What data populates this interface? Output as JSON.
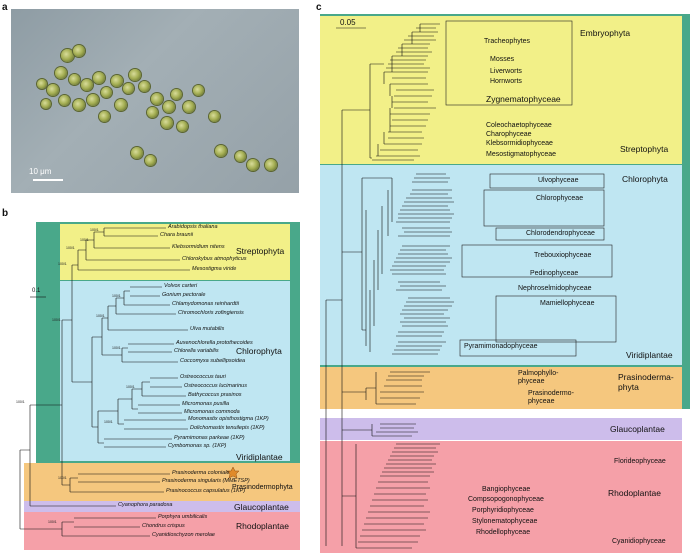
{
  "panels": {
    "a": "a",
    "b": "b",
    "c": "c"
  },
  "panel_a": {
    "scale_label": "10 μm"
  },
  "panel_b": {
    "scale_label": "0.1",
    "taxa": [
      "Arabidopsis thaliana",
      "Chara braunii",
      "Klebsormidium nitens",
      "Chlorokybus atmophyticus",
      "Mesostigma viride",
      "Volvox carteri",
      "Gonium pectorale",
      "Chlamydomonas reinhardtii",
      "Chromochloris zofingiensis",
      "Ulva mutabilis",
      "Auxenochlorella protothecoides",
      "Chlorella variabilis",
      "Coccomyxa subellipsoidea",
      "Ostreococcus tauri",
      "Ostreococcus lucimarinus",
      "Bathycoccus prasinos",
      "Micromonas pusilla",
      "Micromonas commoda",
      "Monomastix opisthostigma (1KP)",
      "Dolichomastix tenuilepis (1KP)",
      "Pyramimonas parkeae (1KP)",
      "Cymbomonas sp. (1KP)",
      "Prasinoderma coloniale",
      "Prasinoderma singularis (MMETSP)",
      "Prasinococcus capsulatus (1KP)",
      "Cyanophora paradoxa",
      "Porphyra umbilicalis",
      "Chondrus crispus",
      "Cyanidioschyzon merolae"
    ],
    "clades": [
      "Streptophyta",
      "Chlorophyta",
      "Viridiplantae",
      "Prasinodermophyta",
      "Glaucoplantae",
      "Rhodoplantae"
    ],
    "support": "100/1"
  },
  "panel_c": {
    "scale_label": "0.05",
    "clades": [
      "Embryophyta",
      "Tracheophytes",
      "Mosses",
      "Liverworts",
      "Hornworts",
      "Zygnematophyceae",
      "Coleochaetophyceae",
      "Charophyceae",
      "Klebsormidiophyceae",
      "Mesostigmatophyceae",
      "Streptophyta",
      "Chlorophyta",
      "Ulvophyceae",
      "Chlorophyceae",
      "Chlorodendrophyceae",
      "Trebouxiophyceae",
      "Pedinophyceae",
      "Nephroselmidophyceae",
      "Mamiellophyceae",
      "Pyramimonadophyceae",
      "Viridiplantae",
      "Palmophyllo-phyceae",
      "Prasinoderma-phyta",
      "Prasinodermo-phyceae",
      "Glaucoplantae",
      "Florideophyceae",
      "Rhodoplantae",
      "Bangiophyceae",
      "Compsopogonophyceae",
      "Porphyridiophyceae",
      "Stylonematophyceae",
      "Rhodellophyceae",
      "Cyanidiophyceae"
    ]
  },
  "colors": {
    "streptophyta": "#f2f088",
    "chlorophyta": "#bfe6f2",
    "viridiplantae": "#49a88a",
    "prasinodermophyta": "#f5c77e",
    "glaucoplantae": "#cdbdeb",
    "rhodoplantae": "#f5a0a8"
  }
}
